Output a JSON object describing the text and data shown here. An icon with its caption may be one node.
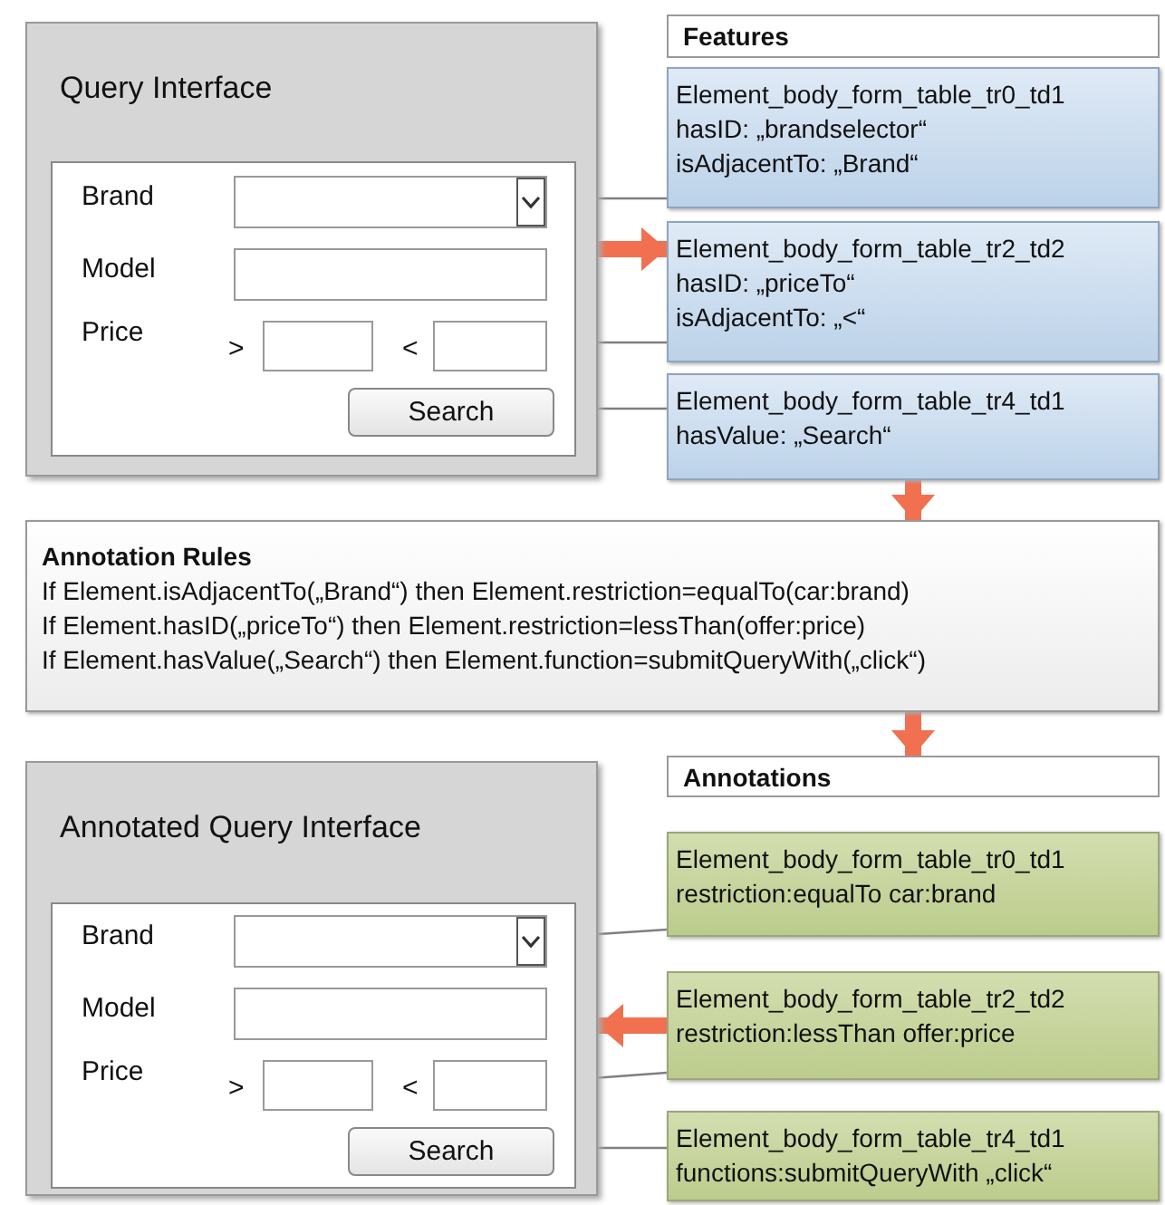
{
  "diagram": {
    "nodes": [
      {
        "text": [
          "Query Interface"
        ]
      },
      {
        "text": [],
        "shape": "box",
        "in": 0
      },
      {
        "text": [],
        "shape": "box",
        "in": 1
      },
      {
        "text": [],
        "shape": "box",
        "in": 1
      },
      {
        "text": [],
        "shape": "box",
        "in": 1
      },
      {
        "text": [],
        "shape": "box",
        "in": 1
      },
      {
        "text": [
          "Search"
        ],
        "in": 1
      },
      {
        "text": [
          "Features"
        ]
      },
      {
        "text": [
          "Element_body_form_table_tr0_td1",
          "hasID: „brandselector“",
          "isAdjacentTo: „Brand“"
        ]
      },
      {
        "text": [
          "Element_body_form_table_tr2_td2",
          "hasID: „priceTo“",
          "isAdjacentTo: „<“"
        ]
      },
      {
        "text": [
          "Element_body_form_table_tr4_td1",
          "hasValue: „Search“"
        ]
      },
      {
        "text": [
          "Annotation Rules",
          "If Element.isAdjacentTo(„Brand“) then Element.restriction=equalTo(car:brand)",
          "If Element.hasID(„priceTo“) then Element.restriction=lessThan(offer:price)",
          "If Element.hasValue(„Search“) then Element.function=submitQueryWith(„click“)"
        ]
      },
      {
        "text": [
          "Annotations"
        ]
      },
      {
        "text": [
          "Annotated Query Interface"
        ]
      },
      {
        "text": [],
        "shape": "box",
        "in": 13
      },
      {
        "text": [],
        "shape": "box",
        "in": 14
      },
      {
        "text": [],
        "shape": "box",
        "in": 14
      },
      {
        "text": [],
        "shape": "box",
        "in": 14
      },
      {
        "text": [],
        "shape": "box",
        "in": 14
      },
      {
        "text": [
          "Search"
        ],
        "in": 14
      },
      {
        "text": [
          "Element_body_form_table_tr0_td1",
          "restriction:equalTo car:brand"
        ]
      },
      {
        "text": [
          "Element_body_form_table_tr2_td2",
          "restriction:lessThan offer:price"
        ]
      },
      {
        "text": [
          "Element_body_form_table_tr4_td1",
          "functions:submitQueryWith „click“"
        ]
      }
    ],
    "edges": [
      {
        "from": 2,
        "to": 8,
        "arrow": "none"
      },
      {
        "from": 0,
        "to": 9,
        "arrow": "to",
        "style": "thick",
        "color": "#f0704f"
      },
      {
        "from": 5,
        "to": 9,
        "arrow": "none"
      },
      {
        "from": 6,
        "to": 10,
        "arrow": "none"
      },
      {
        "from": 10,
        "to": 11,
        "arrow": "to",
        "style": "thick",
        "color": "#f0704f"
      },
      {
        "from": 11,
        "to": 12,
        "arrow": "to",
        "style": "thick",
        "color": "#f0704f"
      },
      {
        "from": 15,
        "to": 20,
        "arrow": "none"
      },
      {
        "from": 21,
        "to": 13,
        "arrow": "to",
        "style": "thick",
        "color": "#f0704f"
      },
      {
        "from": 18,
        "to": 21,
        "arrow": "none"
      },
      {
        "from": 19,
        "to": 22,
        "arrow": "none"
      }
    ],
    "labels": [
      "Brand",
      "Model",
      "Price",
      ">",
      "<",
      "Brand",
      "Model",
      "Price",
      ">",
      "<"
    ]
  }
}
